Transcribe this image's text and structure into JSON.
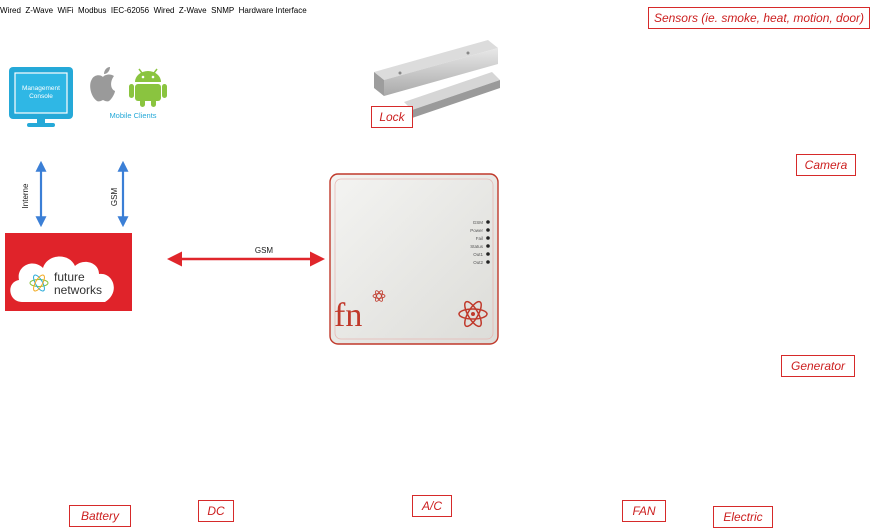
{
  "labels": {
    "sensors": "Sensors (ie. smoke, heat, motion, door)",
    "lock": "Lock",
    "camera": "Camera",
    "generator": "Generator",
    "electric": "Electric",
    "fan": "FAN",
    "ac": "A/C",
    "dc": "DC",
    "battery": "Battery"
  },
  "clients": {
    "management_console": [
      "Management",
      "Console"
    ],
    "mobile_clients": "Mobile Clients"
  },
  "cloud": {
    "brand_line1": "future",
    "brand_line2": "networks"
  },
  "hub": {
    "logo": "fn",
    "leds": [
      "GSM",
      "Power",
      "Fail",
      "Status",
      "Out1",
      "Out2"
    ]
  },
  "links": {
    "internet": "Interne",
    "gsm_mobile": "GSM",
    "gsm_cloud": "GSM",
    "wired_lock": "Wired",
    "zwave_sensors": "Z-Wave",
    "wifi": "WiFi",
    "modbus": "Modbus",
    "iec": "IEC-62056",
    "wired_fan": "Wired",
    "zwave_ac": "Z-Wave",
    "snmp": "SNMP",
    "hardware_interface": "Hardware Interface"
  },
  "colors": {
    "red_link": "#e0262b",
    "blue_link": "#1d2a8f",
    "label_red": "#cc1f1f",
    "monitor": "#25a9d8",
    "android": "#8ac43f"
  }
}
